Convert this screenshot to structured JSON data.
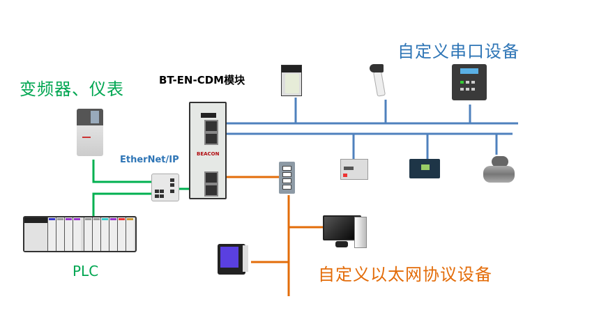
{
  "labels": {
    "vfd_meters": "变频器、仪表",
    "cdm_module": "BT-EN-CDM模块",
    "serial_devices": "自定义串口设备",
    "ethernet_ip": "EtherNet/IP",
    "plc": "PLC",
    "ethernet_devices": "自定义以太网协议设备"
  },
  "devices": {
    "cdm_brand": "BEACON"
  },
  "colors": {
    "ethernet_ip_link": "#00b050",
    "serial_link": "#4f81bd",
    "ethernet_link": "#e36c09",
    "green_text": "#00a651",
    "blue_text": "#2e75b6",
    "orange_text": "#e36c09"
  }
}
